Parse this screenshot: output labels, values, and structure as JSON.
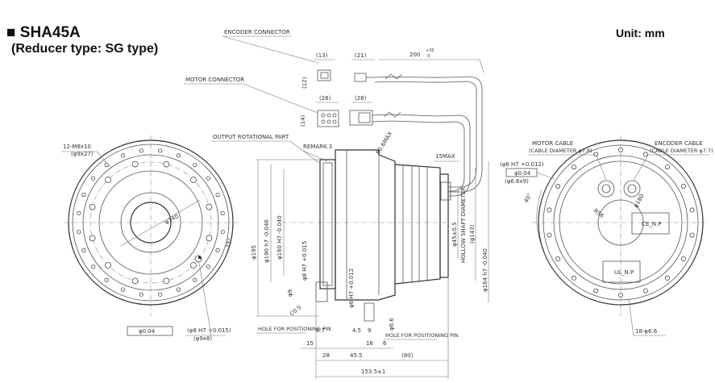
{
  "header": {
    "title": "SHA45A",
    "subtitle": "(Reducer type: SG type)",
    "unit": "Unit: mm"
  },
  "labels": {
    "encoder_connector": "ENCODER CONNECTOR",
    "motor_connector": "MOTOR CONNECTOR",
    "output_rotational_part": "OUTPUT ROTATIONAL PART",
    "remark": "REMARK.3",
    "motor_cable": "MOTOR CABLE",
    "motor_cable_dia": "(CABLE DIAMETER φ7.8)",
    "encoder_cable": "ENCODER CABLE",
    "encoder_cable_dia": "(CABLE DIAMETER φ7.7)",
    "hollow_shaft": "HOLLOW SHAFT DIAMETER",
    "hole_pin_left": "HOLE FOR POSITIONING PIN",
    "hole_pin_right": "HOLE FOR POSITIONING PIN",
    "ce_np": "CE_N.P",
    "ul_np": "UL_N.P"
  },
  "dimensions": {
    "d13": "(13)",
    "d21": "(21)",
    "d200": "200",
    "d200_tol_upper": "+35",
    "d200_tol_lower": "0",
    "d12": "(12)",
    "d28a": "(28)",
    "d28b": "(28)",
    "d14": "(14)",
    "m8": "12-M8x10",
    "m8_depth": "(φ9x27)",
    "d140": "φ140",
    "d15deg": "15°",
    "d195": "φ195",
    "d190": "φ190 h7 -0.046",
    "d160": "φ160 H7 -0.040",
    "d8h7": "φ8 H7 +0.015",
    "d6h7": "φ6 H7 +0.012",
    "d45": "φ45±0.5",
    "d143": "(φ143)",
    "d164": "φ164 h7 -0.040",
    "r06max": "R0.6MAX",
    "d15max": "15MAX",
    "d9": "φ9",
    "c05": "C0.5",
    "d66": "φ6.6",
    "d8_7": "8.7",
    "d15": "15",
    "d28": "28",
    "d45_5": "45.5",
    "d80": "(80)",
    "d4_5": "4.5",
    "d9b": "9",
    "d18": "18",
    "d6": "6",
    "d153": "153.5±1",
    "flat_left": "φ0.04",
    "pin_left": "(φ8 H7 +0.015)",
    "pin_left_depth": "(φ9x8)",
    "pin_right": "(φ6 H7 +0.012)",
    "pin_right_tol": "φ0.04",
    "pin_right_depth": "(φ6.6x9)",
    "r56": "R56",
    "d180": "φ180",
    "d40deg": "40°",
    "holes18": "18-φ6.6"
  }
}
